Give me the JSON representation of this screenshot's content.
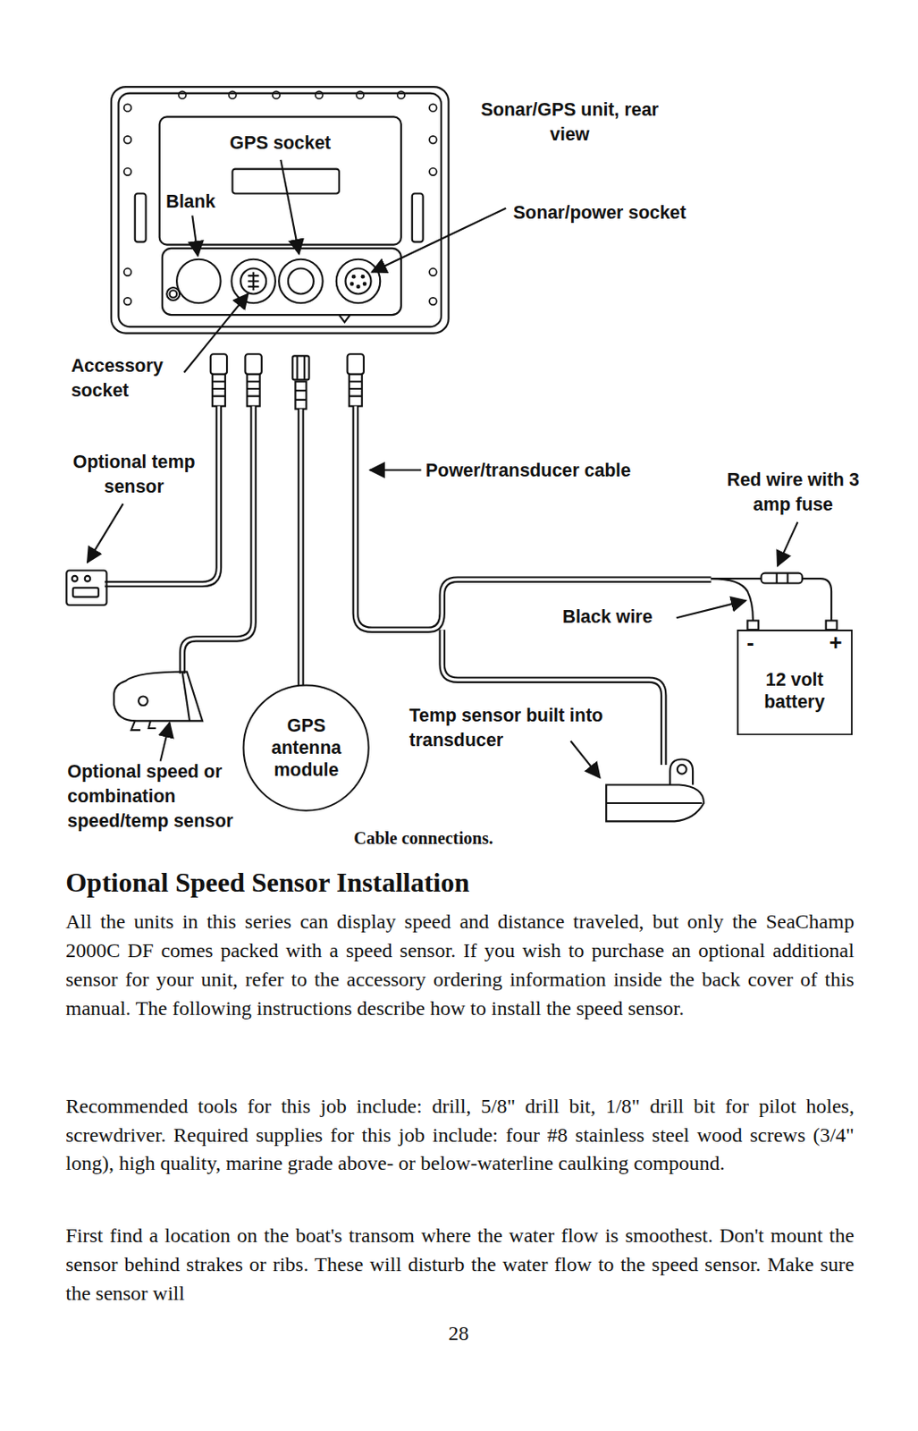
{
  "diagram": {
    "title": "Optional Speed Sensor Installation",
    "caption": "Cable connections.",
    "nodes": [
      {
        "text": [
          "GPS antenna module"
        ]
      },
      {
        "text": [
          "-",
          "+",
          "12 volt battery"
        ]
      }
    ],
    "labels": [
      "GPS socket",
      "Blank",
      "Sonar/GPS unit, rear view",
      "Sonar/power socket",
      "Accessory socket",
      "Optional temp sensor",
      "Power/transducer cable",
      "Red wire with 3 amp fuse",
      "Black wire",
      "Temp sensor built into transducer",
      "Optional speed or combination speed/temp sensor",
      "All the units in this series can display speed and distance traveled, but only the SeaChamp 2000C DF comes packed with a speed sensor. If you wish to purchase an optional additional sensor for your unit, refer to the accessory ordering information inside the back cover of this manual. The following instructions describe how to install the speed sensor.",
      "Recommended tools for this job include: drill, 5/8\" drill bit, 1/8\" drill bit for pilot holes, screwdriver. Required supplies for this job include: four #8 stainless steel wood screws (3/4\" long), high quality, marine grade above- or below-waterline caulking compound.",
      "First find a location on the boat's transom where the water flow is smoothest. Don't mount the sensor behind strakes or ribs. These will disturb the water flow to the speed sensor. Make sure the sensor will",
      "28"
    ]
  }
}
